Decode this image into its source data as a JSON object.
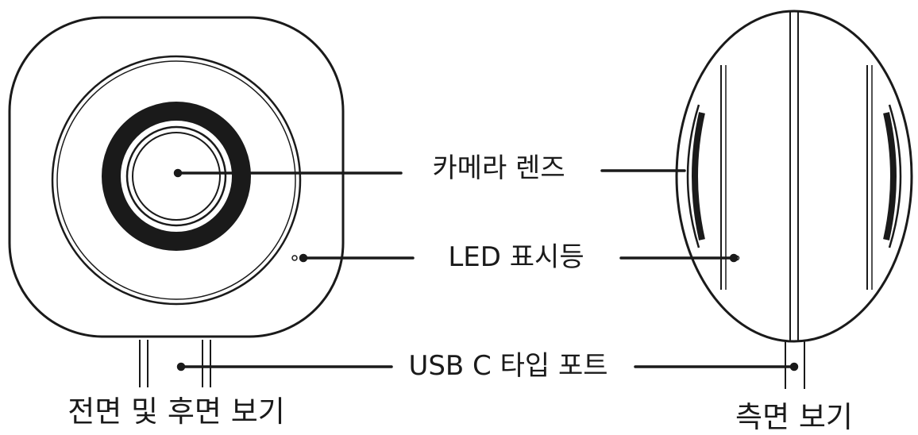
{
  "callouts": {
    "camera_lens": "카메라 렌즈",
    "led_indicator": "LED 표시등",
    "usb_c_port": "USB C 타입 포트"
  },
  "captions": {
    "front_back": "전면 및 후면 보기",
    "side": "측면 보기"
  },
  "colors": {
    "line": "#1a1a1a",
    "background": "#ffffff"
  }
}
